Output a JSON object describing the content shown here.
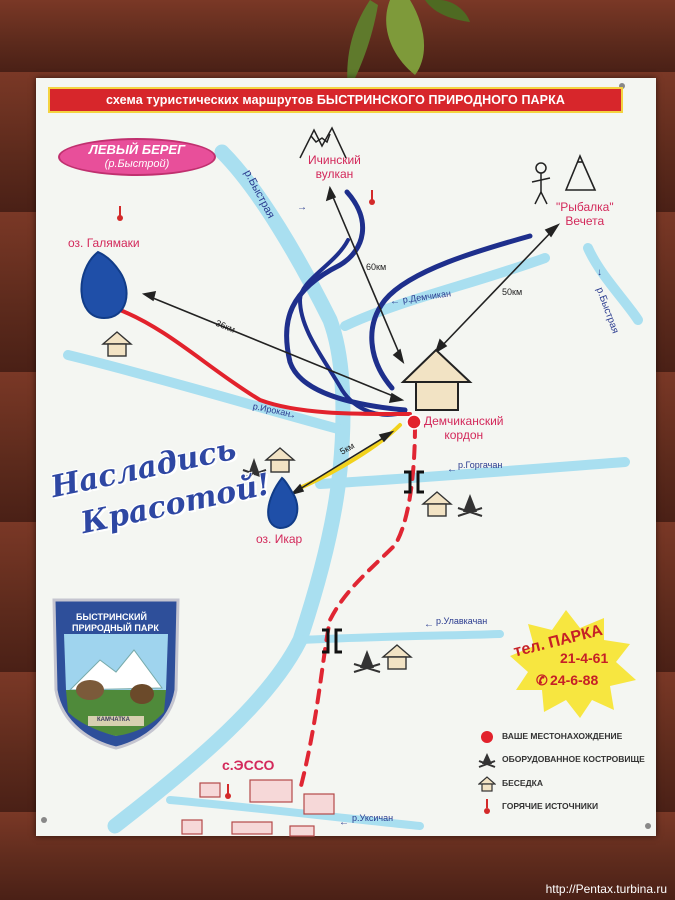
{
  "banner": "схема туристических маршрутов БЫСТРИНСКОГО ПРИРОДНОГО ПАРКА",
  "left_bank": {
    "title": "ЛЕВЫЙ БЕРЕГ",
    "subtitle": "(р.Быстрой)"
  },
  "places": {
    "volcano": "Ичинский\nвулкан",
    "lake_galyamaki": "оз. Галямаки",
    "lake_ikar": "оз. Икар",
    "fishing": "\"Рыбалка\"\nВечета",
    "cordon": "Демчиканский\nкордон",
    "esso": "с.ЭССО"
  },
  "rivers": {
    "bystraya_left": "р.Быстрая",
    "bystraya_right": "р.Быстрая",
    "demchikan": "р.Демчикан",
    "irokan": "р.Ирокан",
    "gorgachan": "р.Горгачан",
    "ulavkachan": "р.Улавкачан",
    "uksichan": "р.Уксичан"
  },
  "distances": {
    "volcano": "60км",
    "fishing": "50км",
    "galyamaki": "36км",
    "ikar": "5км"
  },
  "slogan": [
    "Насладись",
    "Красотой!"
  ],
  "emblem": {
    "line1": "БЫСТРИНСКИЙ",
    "line2": "ПРИРОДНЫЙ ПАРК",
    "ribbon": "КАМЧАТКА"
  },
  "phone": {
    "label": "тел. ПАРКА",
    "numbers": [
      "21-4-61",
      "24-6-88"
    ]
  },
  "legend": [
    {
      "icon": "location-dot-icon",
      "label": "ВАШЕ МЕСТОНАХОЖДЕНИЕ"
    },
    {
      "icon": "campfire-icon",
      "label": "ОБОРУДОВАННОЕ КОСТРОВИЩЕ"
    },
    {
      "icon": "gazebo-icon",
      "label": "БЕСЕДКА"
    },
    {
      "icon": "hot-spring-icon",
      "label": "ГОРЯЧИЕ ИСТОЧНИКИ"
    }
  ],
  "credit": "http://Pentax.turbina.ru",
  "colors": {
    "banner": "#d7262b",
    "river": "#a9dff0",
    "route_blue": "#1e2f8c",
    "route_red": "#e2222c",
    "route_yellow": "#f2d21c",
    "trail": "#e02633",
    "board": "#f4f6f2"
  }
}
